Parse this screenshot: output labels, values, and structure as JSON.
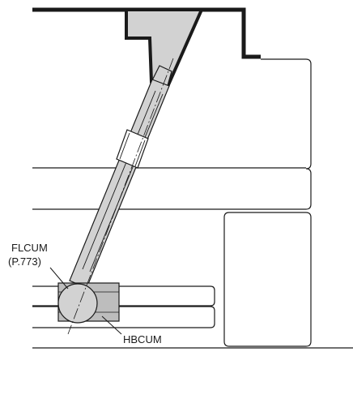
{
  "labels": {
    "part_a": "FLCUM",
    "part_a_ref": "(P.773)",
    "part_b": "HBCUM"
  },
  "colors": {
    "line": "#1a1a1a",
    "part_fill": "#d2d2d2",
    "part_fill_dark": "#bdbdbd",
    "background": "#ffffff"
  }
}
